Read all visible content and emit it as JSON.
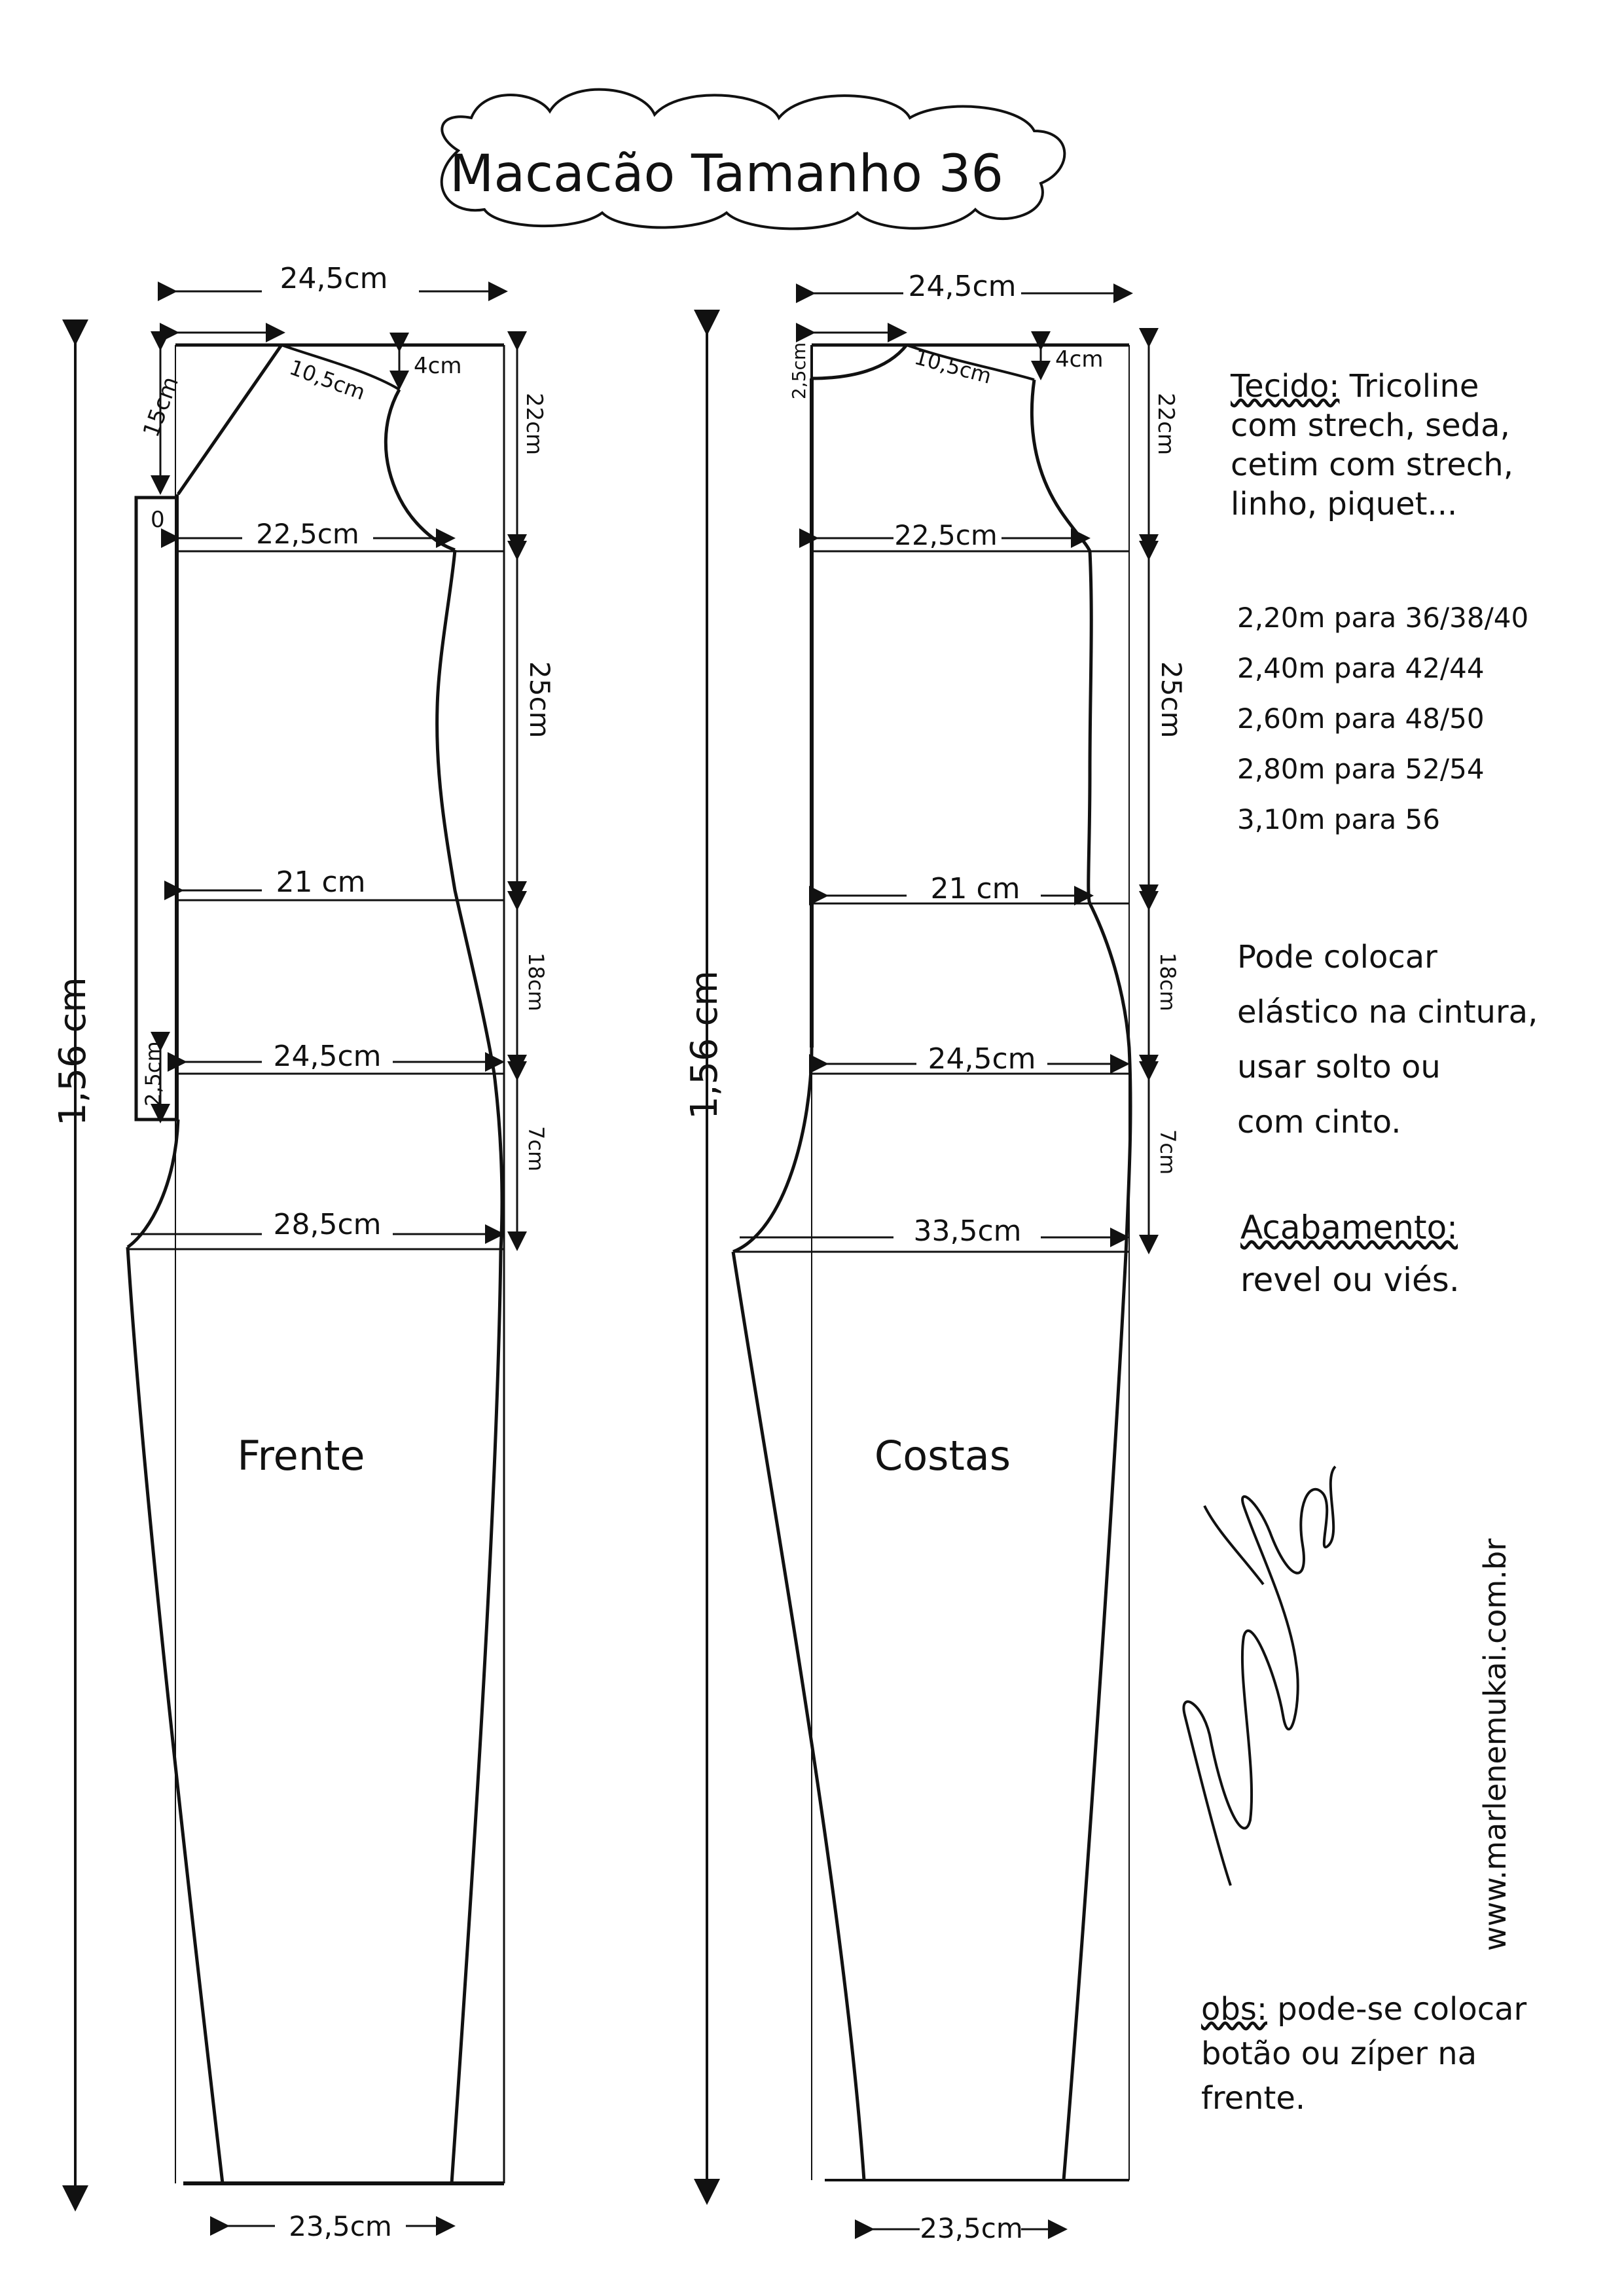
{
  "title": "Macacão Tamanho 36",
  "front": {
    "label": "Frente",
    "total_length": "1,56 cm",
    "top_width": "24,5cm",
    "top_inner": "",
    "shoulder_drop": "15cm",
    "neck": "10,5cm",
    "neck_depth": "4cm",
    "armhole_depth": "22cm",
    "bust": "22,5cm",
    "bust_to_waist": "25cm",
    "waist": "21 cm",
    "waist_to_hip": "18cm",
    "hip": "24,5cm",
    "placket_extra": "2,5cm",
    "hip_to_crotch": "7cm",
    "crotch": "28,5cm",
    "hem": "23,5cm",
    "placket_mark": "0"
  },
  "back": {
    "label": "Costas",
    "total_length": "1,56 cm",
    "top_width": "24,5cm",
    "shoulder_drop": "2,5cm",
    "neck": "10,5cm",
    "neck_depth": "4cm",
    "armhole_depth": "22cm",
    "bust": "22,5cm",
    "bust_to_waist": "25cm",
    "waist": "21 cm",
    "waist_to_hip": "18cm",
    "hip": "24,5cm",
    "hip_to_crotch": "7cm",
    "crotch": "33,5cm",
    "hem": "23,5cm"
  },
  "notes": {
    "fabric_title": "Tecido:",
    "fabric_lines": [
      "Tricoline",
      "com strech, seda,",
      "cetim com strech,",
      "linho, piquet..."
    ],
    "yardage": [
      "2,20m para 36/38/40",
      "2,40m para 42/44",
      "2,60m para 48/50",
      "2,80m para 52/54",
      "3,10m para 56"
    ],
    "elastic": [
      "Pode colocar",
      "elástico na cintura,",
      "usar solto ou",
      "com cinto."
    ],
    "finish_title": "Acabamento:",
    "finish_text": "revel ou viés.",
    "obs_title": "obs:",
    "obs_lines": [
      "pode-se colocar",
      "botão ou zíper na",
      "frente."
    ]
  },
  "website": "www.marlenemukai.com.br",
  "signature": "Marlene Mukai"
}
